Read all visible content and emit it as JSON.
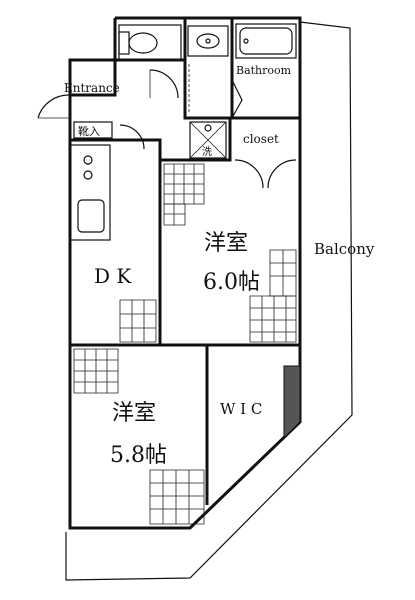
{
  "labels": {
    "entrance": "Entrance",
    "bathroom": "Bathroom",
    "closet": "closet",
    "balcony": "Balcony",
    "dk": "D K",
    "room1_name": "洋室",
    "room1_size": "6.0帖",
    "room2_name": "洋室",
    "room2_size": "5.8帖",
    "wic": "W I C",
    "shoe_box": "靴入",
    "laundry": "洗"
  }
}
